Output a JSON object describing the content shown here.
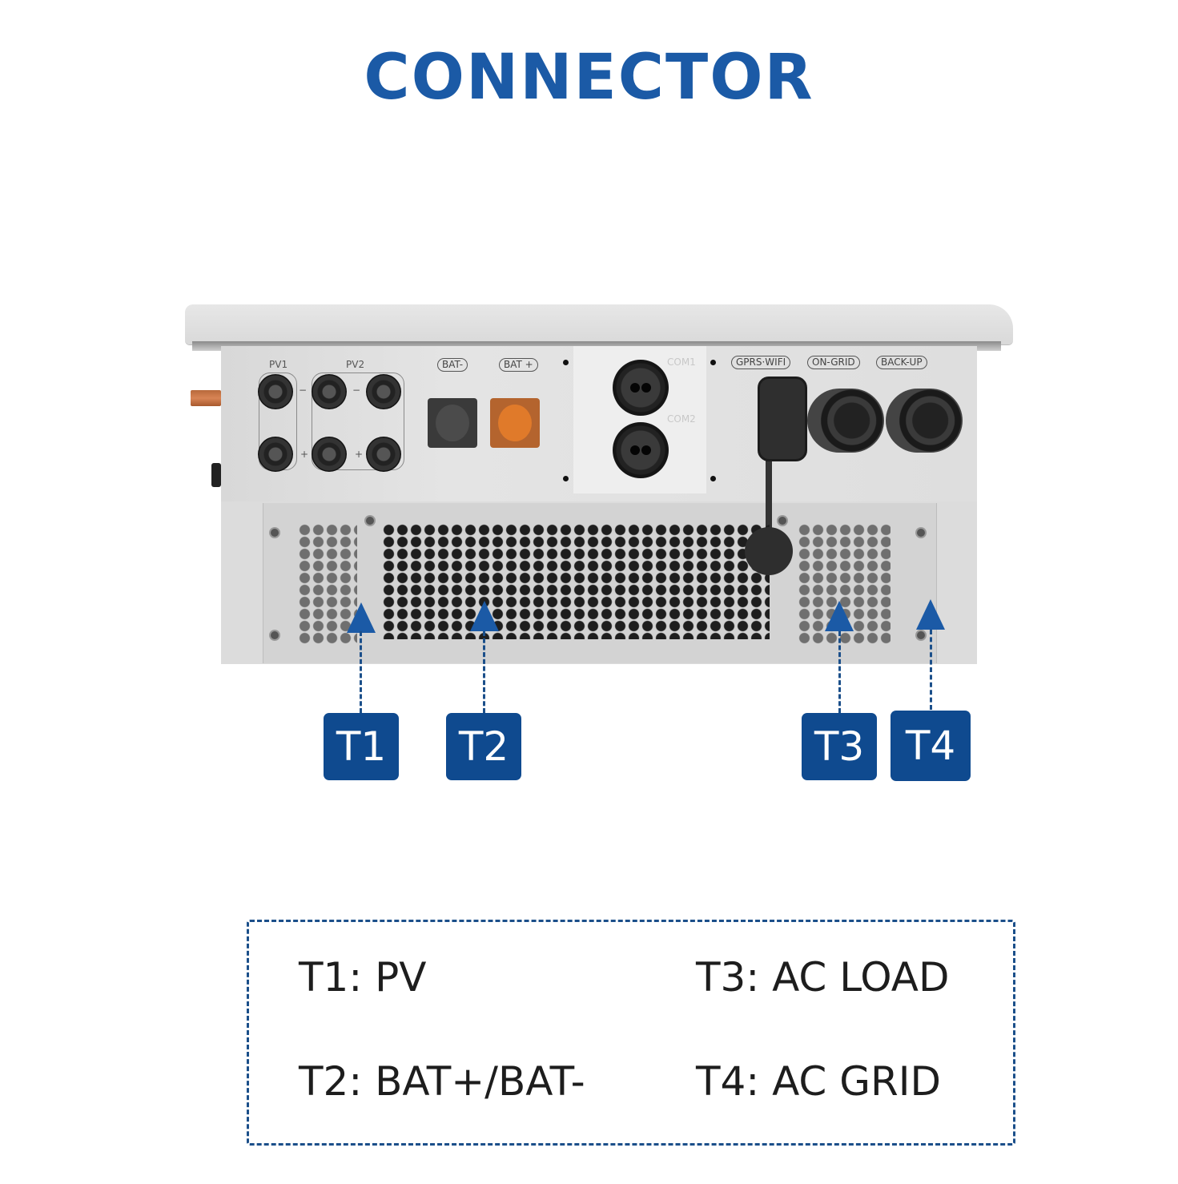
{
  "title": "CONNECTOR",
  "colors": {
    "accent": "#1b5aa6",
    "badge": "#0f4a8f",
    "dash": "#1b4f8a",
    "text": "#1d1d1d"
  },
  "device": {
    "port_labels": {
      "pv1": "PV1",
      "pv2": "PV2",
      "bat_neg": "BAT-",
      "bat_pos": "BAT +",
      "com1": "COM1",
      "com2": "COM2",
      "gprs_wifi": "GPRS·WIFI",
      "on_grid": "ON-GRID",
      "back_up": "BACK-UP"
    },
    "polarity": {
      "minus": "−",
      "plus": "+"
    }
  },
  "callouts": [
    {
      "id": "T1",
      "label": "T1"
    },
    {
      "id": "T2",
      "label": "T2"
    },
    {
      "id": "T3",
      "label": "T3"
    },
    {
      "id": "T4",
      "label": "T4"
    }
  ],
  "legend": {
    "items": [
      {
        "text": "T1: PV"
      },
      {
        "text": "T2: BAT+/BAT-"
      },
      {
        "text": "T3: AC LOAD"
      },
      {
        "text": "T4: AC GRID"
      }
    ]
  }
}
